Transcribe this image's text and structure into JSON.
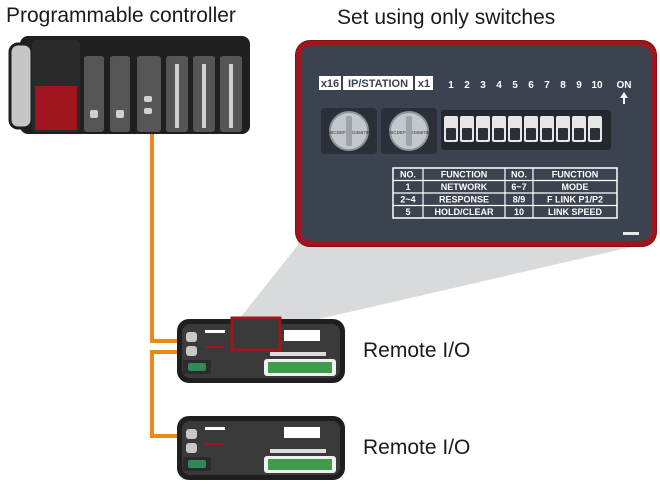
{
  "labels": {
    "plc_title": "Programmable controller",
    "zoom_title": "Set using only switches",
    "remote_io_1": "Remote I/O",
    "remote_io_2": "Remote I/O"
  },
  "switch_panel": {
    "x16_label": "x16",
    "ip_station_label": "IP/STATION",
    "x1_label": "x1",
    "dip_numbers": [
      "1",
      "2",
      "3",
      "4",
      "5",
      "6",
      "7",
      "8",
      "9",
      "10"
    ],
    "on_label": "ON",
    "rotary_left_digits": "ABCDEF0123456789",
    "rotary_right_digits": "ABCDEF0123456789",
    "table": {
      "headers": [
        "NO.",
        "FUNCTION",
        "NO.",
        "FUNCTION"
      ],
      "rows": [
        [
          "1",
          "NETWORK",
          "6~7",
          "MODE"
        ],
        [
          "2~4",
          "RESPONSE",
          "8/9",
          "F LINK P1/P2"
        ],
        [
          "5",
          "HOLD/CLEAR",
          "10",
          "LINK SPEED"
        ]
      ]
    }
  },
  "colors": {
    "cable": "#e8891c",
    "accent_red": "#a0151e",
    "device_dark": "#3a3a3a",
    "panel_bg": "#3c4350"
  }
}
